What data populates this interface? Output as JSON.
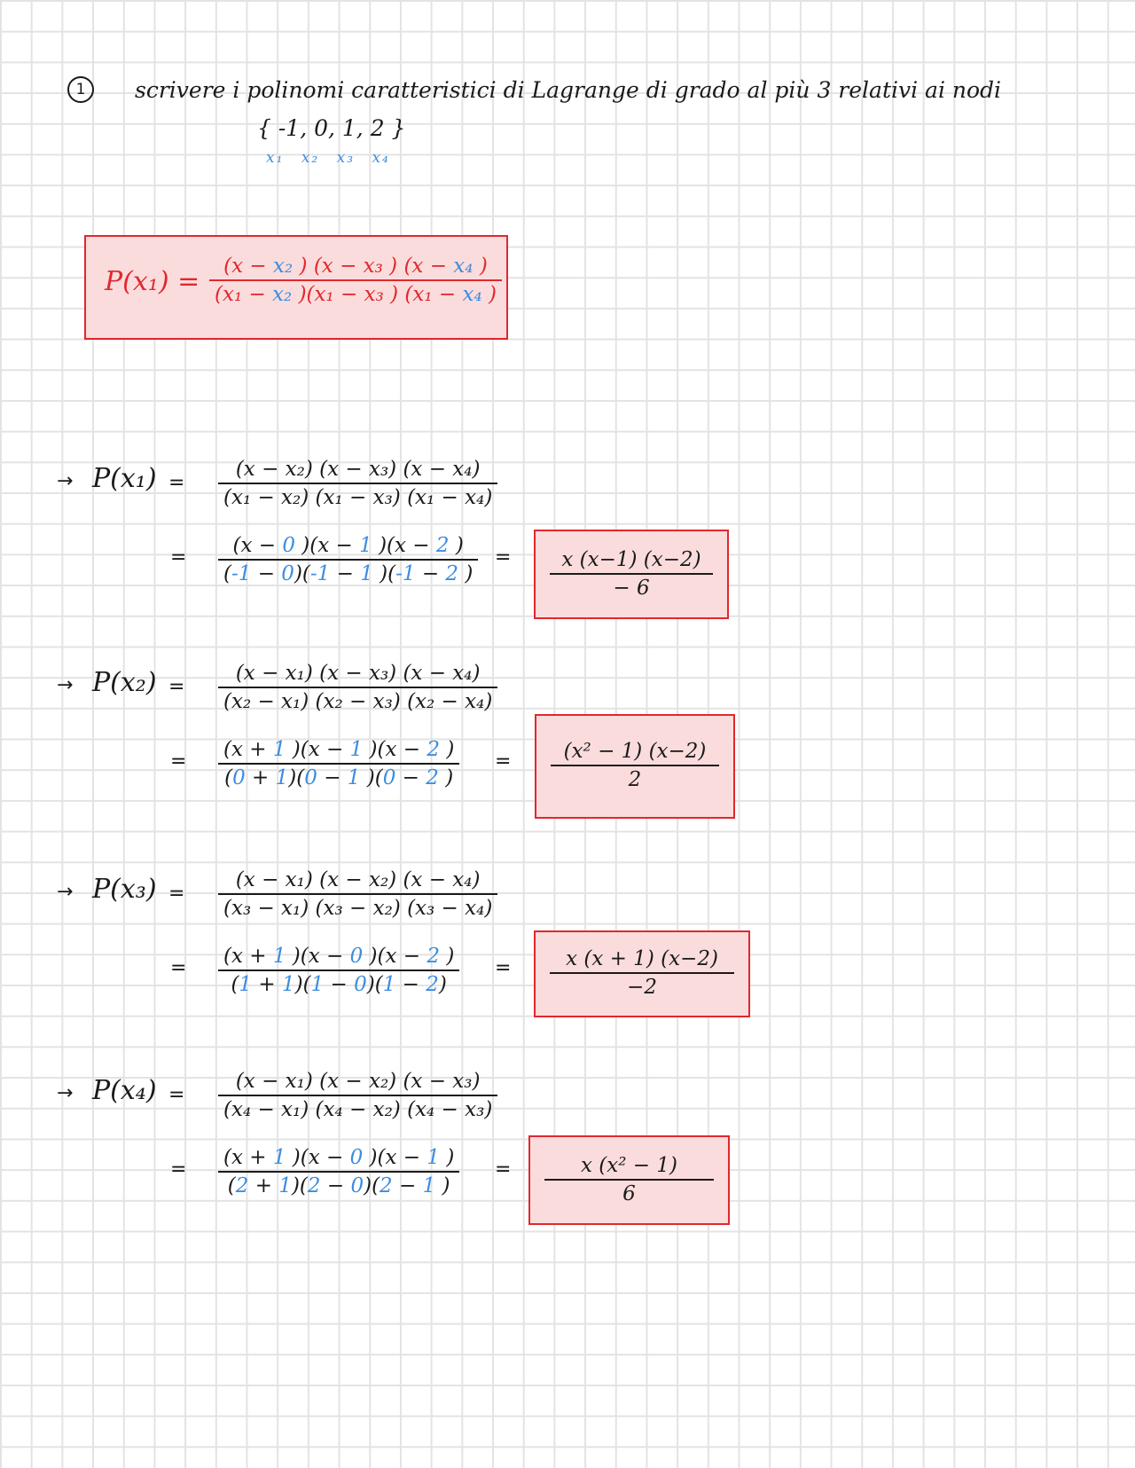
{
  "header": {
    "problem_number": "1",
    "text": "scrivere i polinomi caratteristici di Lagrange di grado al più 3 relativi ai nodi",
    "nodes": "{ -1, 0, 1, 2 }",
    "node_labels": [
      "x₁",
      "x₂",
      "x₃",
      "x₄"
    ]
  },
  "formula": {
    "lhs": "P(x₁) =",
    "numerator": [
      "(x −",
      "x₂",
      ") (x −",
      "x₃",
      ") (x −",
      "x₄",
      ")"
    ],
    "denominator": [
      "(x₁ −",
      "x₂",
      ")(x₁ −",
      "x₃",
      ") (x₁ −",
      "x₄",
      ")"
    ]
  },
  "steps": [
    {
      "lhs": "P(x₁)",
      "general_num": "(x − x₂) (x − x₃) (x − x₄)",
      "general_den": "(x₁ − x₂) (x₁ − x₃) (x₁ − x₄)",
      "sub_num": [
        "(x − ",
        "0",
        " )(x − ",
        "1",
        " )(x − ",
        "2",
        " )"
      ],
      "sub_den": [
        "(",
        "-1",
        " − ",
        "0",
        ")(",
        "-1",
        " − ",
        "1",
        " )(",
        "-1",
        " − ",
        "2",
        " )"
      ],
      "result_num": "x (x−1) (x−2)",
      "result_den": "− 6"
    },
    {
      "lhs": "P(x₂)",
      "general_num": "(x − x₁) (x − x₃) (x − x₄)",
      "general_den": "(x₂ − x₁) (x₂ − x₃) (x₂ − x₄)",
      "sub_num": [
        "(x + ",
        "1",
        " )(x − ",
        "1",
        " )(x − ",
        "2",
        " )"
      ],
      "sub_den": [
        "(",
        "0",
        " + ",
        "1",
        ")(",
        "0",
        " − ",
        "1",
        " )(",
        "0",
        " − ",
        "2",
        " )"
      ],
      "result_num": "(x² − 1) (x−2)",
      "result_den": "2"
    },
    {
      "lhs": "P(x₃)",
      "general_num": "(x − x₁) (x − x₂) (x − x₄)",
      "general_den": "(x₃ − x₁) (x₃ − x₂) (x₃ − x₄)",
      "sub_num": [
        "(x + ",
        "1",
        " )(x − ",
        "0",
        " )(x − ",
        "2",
        " )"
      ],
      "sub_den": [
        "(",
        "1",
        " + ",
        "1",
        ")(",
        "1",
        " − ",
        "0",
        ")(",
        "1",
        " − ",
        "2",
        ")"
      ],
      "result_num": "x (x + 1) (x−2)",
      "result_den": "−2"
    },
    {
      "lhs": "P(x₄)",
      "general_num": "(x − x₁) (x − x₂) (x − x₃)",
      "general_den": "(x₄ − x₁) (x₄ − x₂) (x₄ − x₃)",
      "sub_num": [
        "(x + ",
        "1",
        " )(x − ",
        "0",
        " )(x − ",
        "1",
        " )"
      ],
      "sub_den": [
        "(",
        "2",
        " + ",
        "1",
        ")(",
        "2",
        " − ",
        "0",
        ")(",
        "2",
        " − ",
        "1",
        " )"
      ],
      "result_num": "x (x² − 1)",
      "result_den": "6"
    }
  ],
  "symbols": {
    "arrow": "→",
    "equals": "="
  },
  "colors": {
    "grid": "#e3e3e3",
    "highlight_red": "#e0282e",
    "box_fill": "#fbdcdc",
    "substitution_blue": "#3d8de0",
    "ink": "#1a1a1a"
  }
}
